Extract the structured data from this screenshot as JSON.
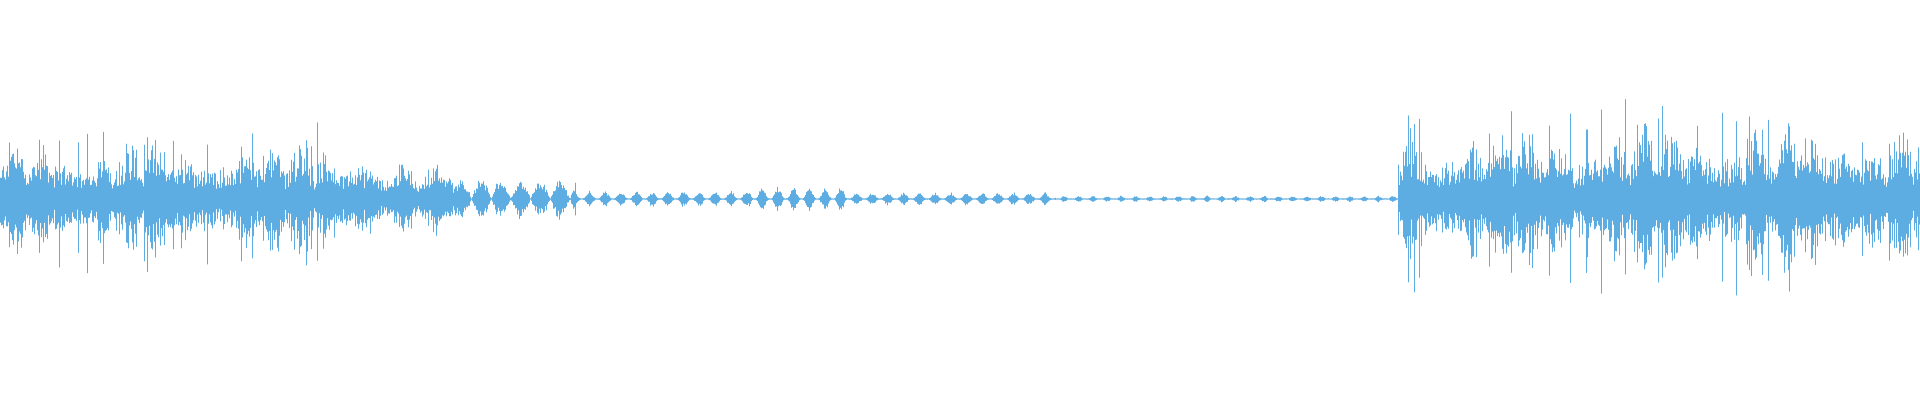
{
  "waveform": {
    "color": "#5dade2",
    "background": "#ffffff",
    "segments": [
      {
        "start": 0.0,
        "end": 0.19,
        "level": 0.42,
        "style": "dense-speech"
      },
      {
        "start": 0.19,
        "end": 0.24,
        "level": 0.24,
        "style": "speech"
      },
      {
        "start": 0.24,
        "end": 0.3,
        "level": 0.14,
        "style": "tapering"
      },
      {
        "start": 0.3,
        "end": 0.39,
        "level": 0.05,
        "style": "blips"
      },
      {
        "start": 0.39,
        "end": 0.44,
        "level": 0.08,
        "style": "blips"
      },
      {
        "start": 0.44,
        "end": 0.55,
        "level": 0.04,
        "style": "blips"
      },
      {
        "start": 0.55,
        "end": 0.728,
        "level": 0.02,
        "style": "quiet"
      },
      {
        "start": 0.728,
        "end": 0.83,
        "level": 0.52,
        "style": "dense-speech"
      },
      {
        "start": 0.83,
        "end": 1.0,
        "level": 0.52,
        "style": "dense-speech"
      }
    ]
  }
}
